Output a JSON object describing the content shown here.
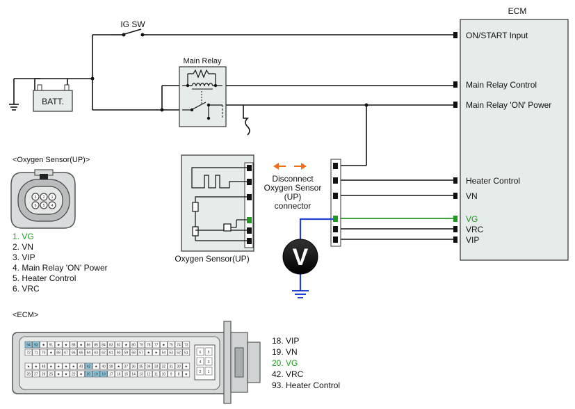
{
  "ecm": {
    "title": "ECM",
    "pins": [
      "ON/START Input",
      "Main Relay Control",
      "Main Relay 'ON' Power",
      "Heater Control",
      "VN",
      "VG",
      "VRC",
      "VIP"
    ]
  },
  "ig_sw": "IG SW",
  "battery": "BATT.",
  "main_relay": "Main Relay",
  "disconnect_note": [
    "Disconnect",
    "Oxygen Sensor",
    "(UP)",
    "connector"
  ],
  "sensor_label": "Oxygen Sensor(UP)",
  "meter_symbol": "V",
  "oxygen_connector": {
    "title": "<Oxygen Sensor(UP)>",
    "pins": [
      "1. VG",
      "2. VN",
      "3. VIP",
      "4. Main Relay 'ON' Power",
      "5. Heater Control",
      "6. VRC"
    ],
    "face_numbers": [
      "3",
      "2",
      "1",
      "6",
      "5",
      "4"
    ]
  },
  "ecm_connector": {
    "title": "<ECM>",
    "pins": [
      "18. VIP",
      "19. VN",
      "20. VG",
      "42. VRC",
      "93. Heater Control"
    ],
    "row1": [
      "94",
      "93",
      "★",
      "91",
      "★",
      "★",
      "88",
      "★",
      "86",
      "85",
      "84",
      "83",
      "82",
      "★",
      "80",
      "79",
      "78",
      "77",
      "★",
      "75",
      "74",
      "73"
    ],
    "row2": [
      "72",
      "71",
      "70",
      "★",
      "68",
      "67",
      "66",
      "65",
      "64",
      "63",
      "62",
      "61",
      "60",
      "59",
      "58",
      "57",
      "★",
      "★",
      "54",
      "53",
      "52",
      "51"
    ],
    "row3": [
      "★",
      "★",
      "48",
      "★",
      "★",
      "★",
      "★",
      "43",
      "42",
      "★",
      "40",
      "39",
      "★",
      "37",
      "36",
      "35",
      "34",
      "33",
      "32",
      "31",
      "30",
      "★"
    ],
    "row4": [
      "28",
      "27",
      "26",
      "25",
      "★",
      "★",
      "22",
      "★",
      "20",
      "19",
      "18",
      "17",
      "16",
      "15",
      "14",
      "13",
      "12",
      "11",
      "10",
      "9",
      "8",
      "★"
    ],
    "side_pins": [
      "6",
      "5",
      "4",
      "3",
      "2",
      "1"
    ]
  },
  "colors": {
    "green": "#1f9a1f",
    "blue": "#1f3fd6",
    "orange": "#f07020",
    "panel": "#e6ecea",
    "highlight": "#8ec6dc"
  }
}
